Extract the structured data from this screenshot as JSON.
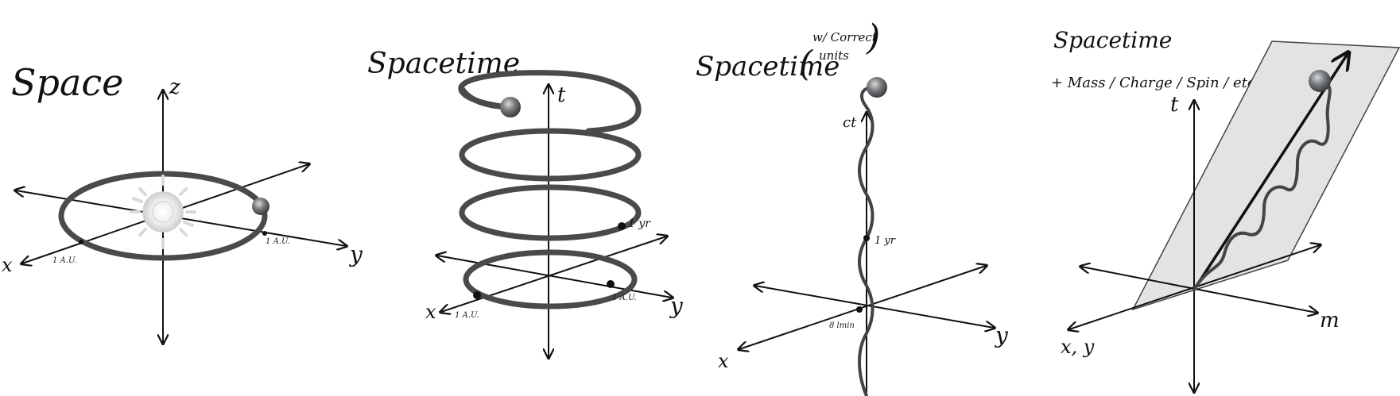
{
  "panels": [
    {
      "id": "space",
      "title": "Space",
      "axes": {
        "x": "x",
        "y": "y",
        "z": "z"
      },
      "labels": [
        "1 A.U.",
        "1 A.U."
      ]
    },
    {
      "id": "spacetime",
      "title": "Spacetime",
      "axes": {
        "x": "x",
        "y": "y",
        "t": "t"
      },
      "labels": [
        "1 A.U.",
        "1 A.U.",
        "1 yr"
      ]
    },
    {
      "id": "spacetime-units",
      "title": "Spacetime",
      "title_note_line1": "w/ Correct",
      "title_note_line2": "units",
      "axes": {
        "x": "x",
        "y": "y",
        "t": "ct"
      },
      "labels": [
        "8 lmin",
        "1 yr"
      ]
    },
    {
      "id": "spacetime-mass",
      "title": "Spacetime",
      "subtitle": "+ Mass / Charge / Spin / etc.",
      "axes": {
        "xy": "x, y",
        "m": "m",
        "t": "t"
      }
    }
  ],
  "colors": {
    "ink": "#111111",
    "orbit": "#4a4a4a",
    "plane": "#e3e3e3",
    "sun": "#e6e6e6",
    "earth": "#6b6e70"
  }
}
